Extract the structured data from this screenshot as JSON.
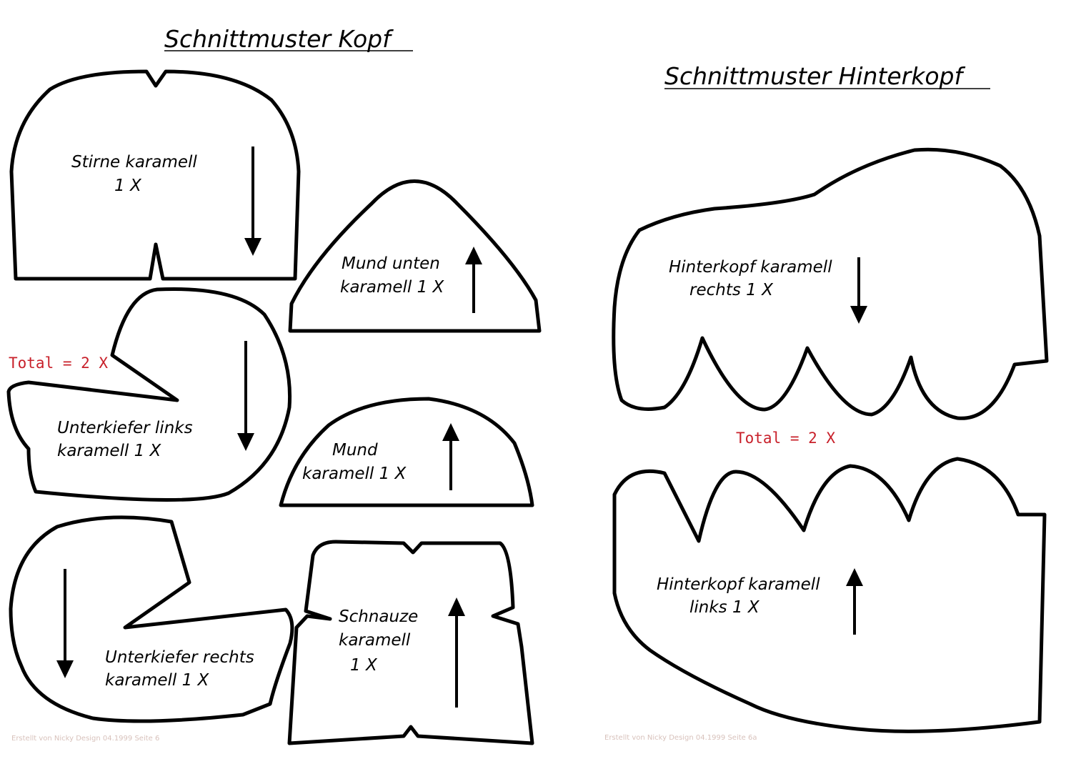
{
  "titles": {
    "kopf": "Schnittmuster Kopf",
    "hinterkopf": "Schnittmuster Hinterkopf"
  },
  "pieces": {
    "stirne": {
      "line1": "Stirne karamell",
      "line2": "1 X"
    },
    "mund_unten": {
      "line1": "Mund unten",
      "line2": "karamell 1 X"
    },
    "unterkiefer_links": {
      "line1": "Unterkiefer  links",
      "line2": "karamell 1 X"
    },
    "mund": {
      "line1": "Mund",
      "line2": "karamell 1 X"
    },
    "unterkiefer_rechts": {
      "line1": "Unterkiefer  rechts",
      "line2": "karamell 1 X"
    },
    "schnauze": {
      "line1": "Schnauze",
      "line2": "karamell",
      "line3": "1 X"
    },
    "hinterkopf_rechts": {
      "line1": "Hinterkopf karamell",
      "line2": "rechts   1 X"
    },
    "hinterkopf_links": {
      "line1": "Hinterkopf karamell",
      "line2": "links    1 X"
    }
  },
  "totals": {
    "left": "Total = 2 X",
    "right": "Total = 2 X"
  },
  "footers": {
    "left": "Erstellt von Nicky Design 04.1999 Seite 6",
    "right": "Erstellt von Nicky Design 04.1999 Seite 6a"
  },
  "colors": {
    "total": "#c8202a",
    "footer": "#d8c2bc"
  }
}
